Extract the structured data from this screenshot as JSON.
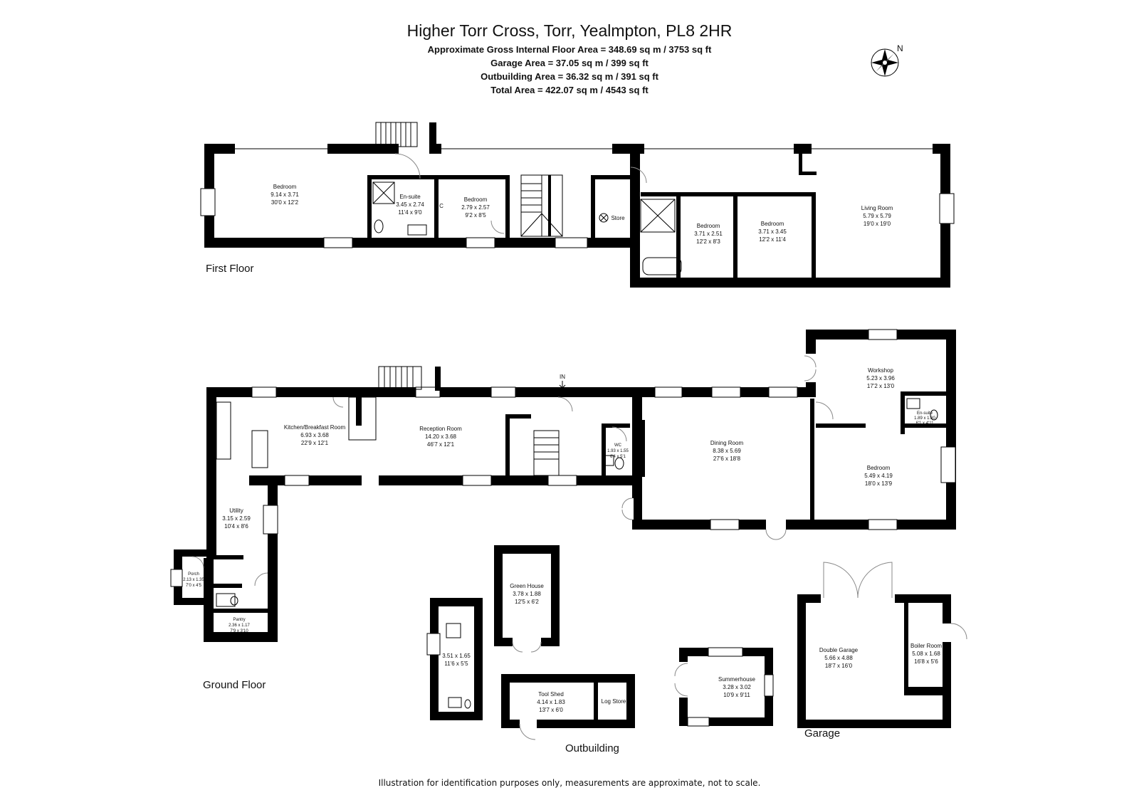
{
  "header": {
    "title": "Higher Torr Cross, Torr, Yealmpton, PL8 2HR",
    "gross_area": "Approximate Gross Internal Floor Area  = 348.69 sq m / 3753 sq ft",
    "garage_area": "Garage Area = 37.05 sq m  / 399 sq ft",
    "outbuilding_area": "Outbuilding Area = 36.32 sq m  / 391 sq ft",
    "total_area": "Total Area = 422.07 sq m  / 4543 sq ft"
  },
  "compass": {
    "label": "N"
  },
  "floors": {
    "first": "First Floor",
    "ground": "Ground Floor",
    "outbuilding": "Outbuilding",
    "garage": "Garage"
  },
  "entrance_marker": "IN",
  "rooms": {
    "ff_bedroom1": {
      "name": "Bedroom",
      "metric": "9.14 x 3.71",
      "imperial": "30'0 x 12'2"
    },
    "ff_ensuite": {
      "name": "En-suite",
      "metric": "3.45 x 2.74",
      "imperial": "11'4 x 9'0"
    },
    "ff_cupboard": {
      "name": "C"
    },
    "ff_bedroom2": {
      "name": "Bedroom",
      "metric": "2.79 x 2.57",
      "imperial": "9'2 x 8'5"
    },
    "ff_store": {
      "name": "Store"
    },
    "ff_bedroom3": {
      "name": "Bedroom",
      "metric": "3.71 x 2.51",
      "imperial": "12'2 x 8'3"
    },
    "ff_bedroom4": {
      "name": "Bedroom",
      "metric": "3.71 x 3.45",
      "imperial": "12'2 x 11'4"
    },
    "ff_living": {
      "name": "Living Room",
      "metric": "5.79 x 5.79",
      "imperial": "19'0 x 19'0"
    },
    "gf_kitchen": {
      "name": "Kitchen/Breakfast Room",
      "metric": "6.93 x 3.68",
      "imperial": "22'9 x 12'1"
    },
    "gf_reception": {
      "name": "Reception Room",
      "metric": "14.20 x 3.68",
      "imperial": "46'7 x 12'1"
    },
    "gf_wc": {
      "name": "WC",
      "metric": "1.93 x 1.55",
      "imperial": "6'4 x 5'1"
    },
    "gf_dining": {
      "name": "Dining Room",
      "metric": "8.38 x 5.69",
      "imperial": "27'6 x 18'8"
    },
    "gf_workshop": {
      "name": "Workshop",
      "metric": "5.23 x 3.96",
      "imperial": "17'2 x 13'0"
    },
    "gf_ensuite": {
      "name": "En-suite",
      "metric": "1.89 x 1.80",
      "imperial": "6'1 x 4'11"
    },
    "gf_bedroom": {
      "name": "Bedroom",
      "metric": "5.49 x 4.19",
      "imperial": "18'0 x 13'9"
    },
    "gf_utility": {
      "name": "Utility",
      "metric": "3.15 x 2.59",
      "imperial": "10'4 x 8'6"
    },
    "gf_porch": {
      "name": "Porch",
      "metric": "2.13 x 1.35",
      "imperial": "7'0 x 4'5"
    },
    "gf_pantry": {
      "name": "Pantry",
      "metric": "2.36 x 1.17",
      "imperial": "7'9 x 3'10"
    },
    "ob_greenhouse": {
      "name": "Green House",
      "metric": "3.78 x 1.88",
      "imperial": "12'5 x 6'2"
    },
    "ob_small": {
      "metric": "3.51 x 1.65",
      "imperial": "11'6 x 5'5"
    },
    "ob_toolshed": {
      "name": "Tool Shed",
      "metric": "4.14 x 1.83",
      "imperial": "13'7 x 6'0"
    },
    "ob_logstore": {
      "name": "Log Store"
    },
    "ob_summerhouse": {
      "name": "Summerhouse",
      "metric": "3.28 x 3.02",
      "imperial": "10'9 x 9'11"
    },
    "gar_double": {
      "name": "Double Garage",
      "metric": "5.66 x 4.88",
      "imperial": "18'7 x 16'0"
    },
    "gar_boiler": {
      "name": "Boiler Room",
      "metric": "5.08 x 1.68",
      "imperial": "16'8 x 5'6"
    }
  },
  "footer": {
    "disclaimer": "Illustration for identification purposes only, measurements are approximate, not to scale."
  }
}
